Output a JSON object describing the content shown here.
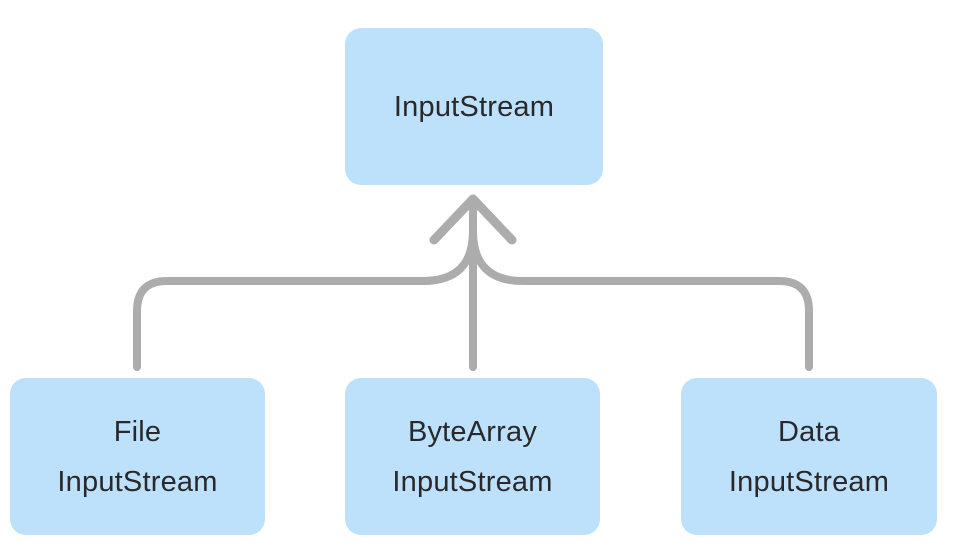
{
  "diagram": {
    "parent": {
      "label": "InputStream"
    },
    "children": [
      {
        "lines": [
          "File",
          "InputStream"
        ]
      },
      {
        "lines": [
          "ByteArray",
          "InputStream"
        ]
      },
      {
        "lines": [
          "Data",
          "InputStream"
        ]
      }
    ],
    "colors": {
      "node_fill": "#bde1fb",
      "connector": "#acacac",
      "text": "#29292b",
      "background": "#ffffff"
    }
  }
}
